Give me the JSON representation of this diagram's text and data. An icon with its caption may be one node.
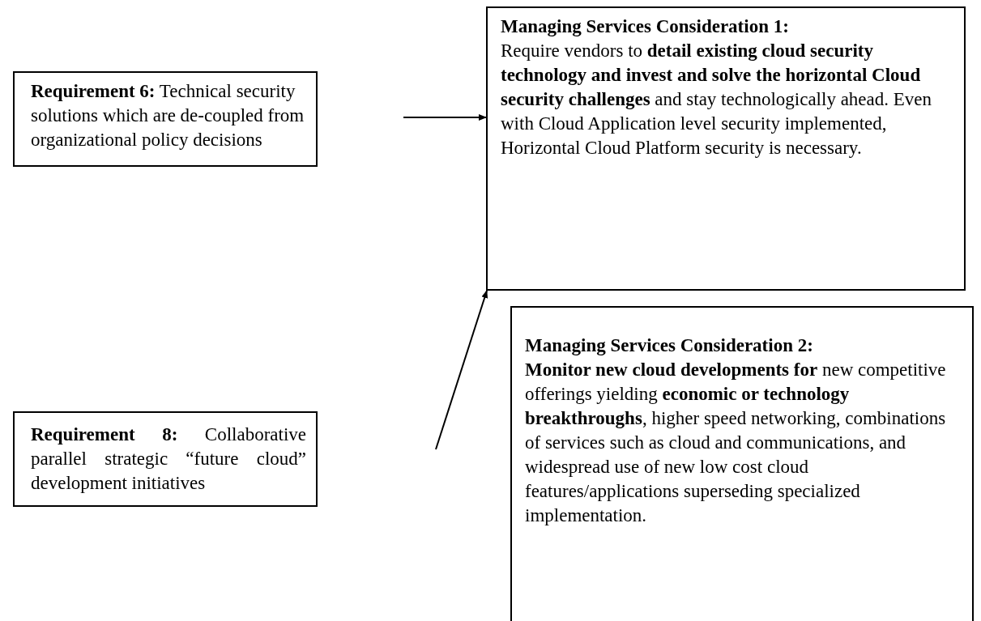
{
  "diagram": {
    "nodes": [
      {
        "text": [
          "**Requirement 6:**  Technical security solutions which are de-coupled from organizational policy decisions"
        ]
      },
      {
        "text": [
          "Managing Services Consideration 1:",
          "Require vendors to **detail existing cloud security technology and invest and solve the horizontal Cloud security challenges** and stay technologically ahead. Even with Cloud Application level security implemented, Horizontal Cloud Platform security is necessary."
        ]
      },
      {
        "text": [
          "Managing Services Consideration 2:",
          "**Monitor new cloud developments for** new competitive offerings yielding **economic or technology breakthroughs**, higher speed networking, combinations of services such as cloud and communications, and widespread use of new low cost cloud features/applications superseding specialized implementation."
        ]
      },
      {
        "text": [
          "**Requirement 8:**  Collaborative parallel strategic “future cloud” development initiatives"
        ]
      }
    ],
    "edges": [
      {
        "from": null,
        "to": 1,
        "arrow": "to"
      },
      {
        "from": null,
        "to": 1,
        "arrow": "to"
      }
    ]
  }
}
